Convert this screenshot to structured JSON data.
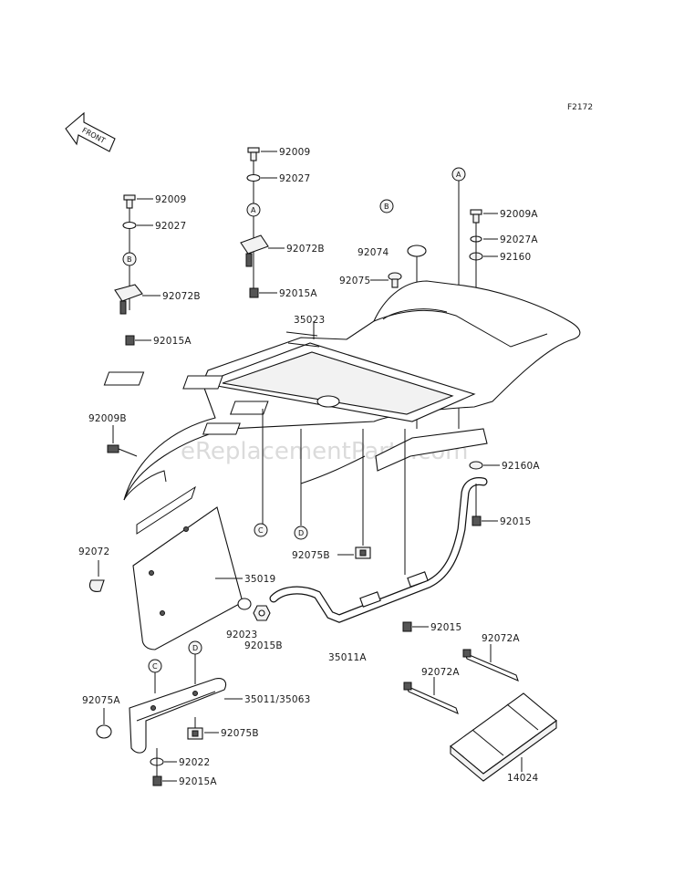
{
  "figure_code": "F2172",
  "front_label": "FRONT",
  "watermark": "eReplacementParts.com",
  "labels": {
    "p92009_top": "92009",
    "p92027_top": "92027",
    "p92009_left": "92009",
    "p92027_left": "92027",
    "p92072B_mid": "92072B",
    "p92015A_mid": "92015A",
    "p92072B_left": "92072B",
    "p92015A_left": "92015A",
    "p92074": "92074",
    "p92075": "92075",
    "p92009A": "92009A",
    "p92027A": "92027A",
    "p92160": "92160",
    "p35023": "35023",
    "p92009B": "92009B",
    "p92160A": "92160A",
    "p92015_r": "92015",
    "p92072": "92072",
    "p92075B": "92075B",
    "p35019": "35019",
    "p92023": "92023",
    "p92015B": "92015B",
    "p92015_c": "92015",
    "p35011A": "35011A",
    "p92072A_r": "92072A",
    "p92072A_c": "92072A",
    "p92075A": "92075A",
    "p35011_35063": "35011/35063",
    "p92075B_low": "92075B",
    "p92022": "92022",
    "p92015A_low": "92015A",
    "p14024": "14024"
  },
  "callouts": {
    "A": "A",
    "B": "B",
    "C": "C",
    "D": "D"
  }
}
